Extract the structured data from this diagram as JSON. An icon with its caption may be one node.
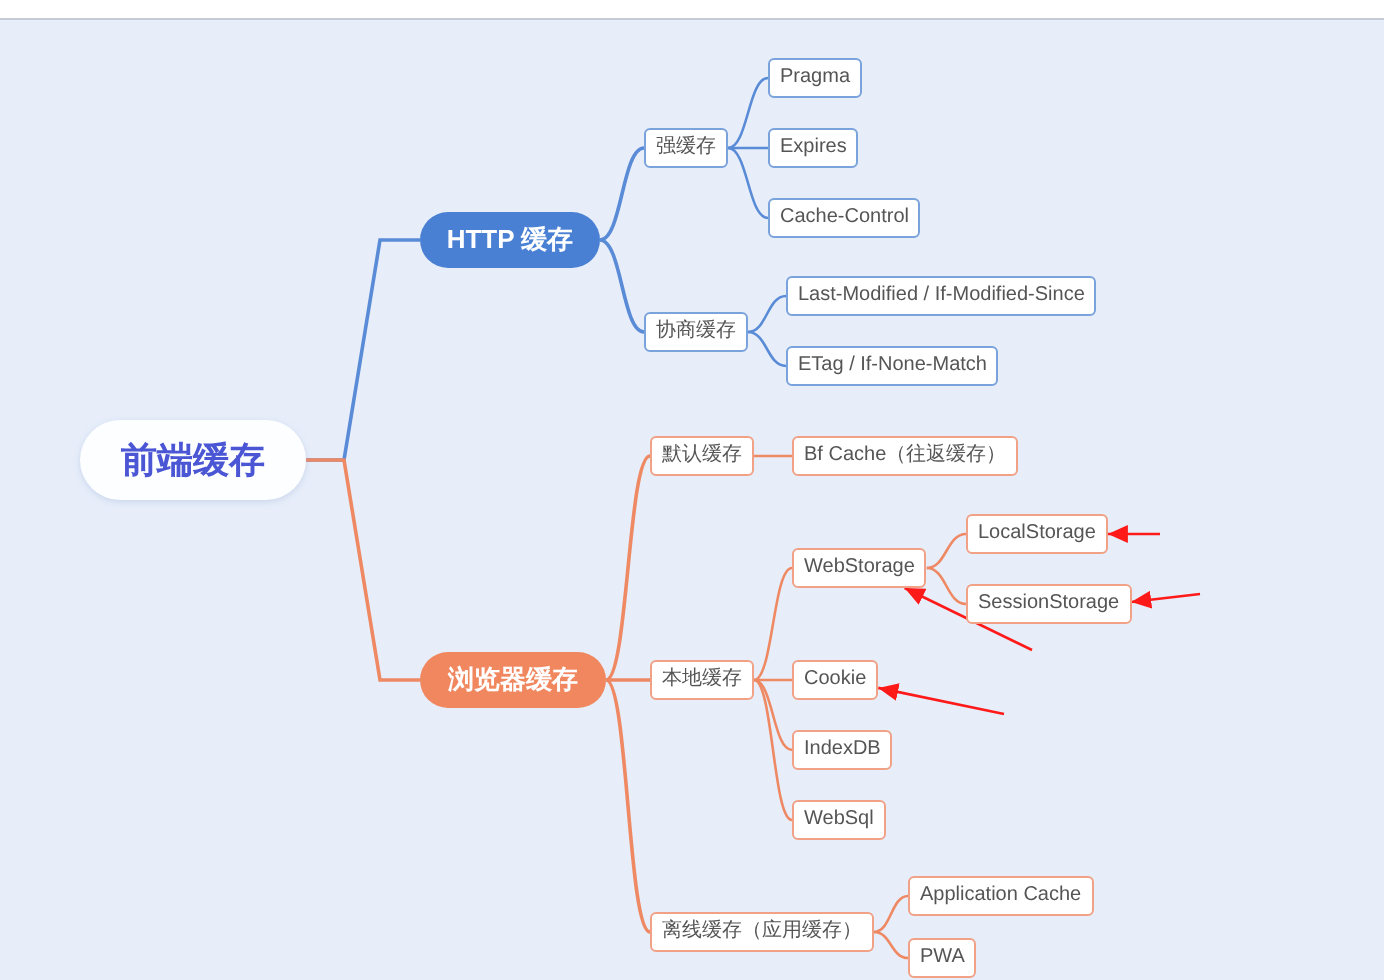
{
  "diagram": {
    "nodes": [
      {
        "text": [
          "前端缓存"
        ]
      },
      {
        "text": [
          "HTTP 缓存"
        ]
      },
      {
        "text": [
          "强缓存"
        ]
      },
      {
        "text": [
          "Pragma"
        ]
      },
      {
        "text": [
          "Expires"
        ]
      },
      {
        "text": [
          "Cache-Control"
        ]
      },
      {
        "text": [
          "协商缓存"
        ]
      },
      {
        "text": [
          "Last-Modified / If-Modified-Since"
        ]
      },
      {
        "text": [
          "ETag / If-None-Match"
        ]
      },
      {
        "text": [
          "浏览器缓存"
        ]
      },
      {
        "text": [
          "默认缓存"
        ]
      },
      {
        "text": [
          "Bf Cache（往返缓存）"
        ]
      },
      {
        "text": [
          "本地缓存"
        ]
      },
      {
        "text": [
          "WebStorage"
        ]
      },
      {
        "text": [
          "LocalStorage"
        ]
      },
      {
        "text": [
          "SessionStorage"
        ]
      },
      {
        "text": [
          "Cookie"
        ]
      },
      {
        "text": [
          "IndexDB"
        ]
      },
      {
        "text": [
          "WebSql"
        ]
      },
      {
        "text": [
          "离线缓存（应用缓存）"
        ]
      },
      {
        "text": [
          "Application Cache"
        ]
      },
      {
        "text": [
          "PWA"
        ]
      }
    ],
    "edges": [
      {
        "from": 0,
        "to": 1,
        "arrow": "none",
        "color": "#5a8bd6"
      },
      {
        "from": 1,
        "to": 2,
        "arrow": "none",
        "color": "#5a8bd6"
      },
      {
        "from": 2,
        "to": 3,
        "arrow": "none",
        "color": "#5a8bd6"
      },
      {
        "from": 2,
        "to": 4,
        "arrow": "none",
        "color": "#5a8bd6"
      },
      {
        "from": 2,
        "to": 5,
        "arrow": "none",
        "color": "#5a8bd6"
      },
      {
        "from": 1,
        "to": 6,
        "arrow": "none",
        "color": "#5a8bd6"
      },
      {
        "from": 6,
        "to": 7,
        "arrow": "none",
        "color": "#5a8bd6"
      },
      {
        "from": 6,
        "to": 8,
        "arrow": "none",
        "color": "#5a8bd6"
      },
      {
        "from": 0,
        "to": 9,
        "arrow": "none"
      },
      {
        "from": 9,
        "to": 10,
        "arrow": "none"
      },
      {
        "from": 10,
        "to": 11,
        "arrow": "none"
      },
      {
        "from": 9,
        "to": 12,
        "arrow": "none"
      },
      {
        "from": 12,
        "to": 13,
        "arrow": "none"
      },
      {
        "from": 13,
        "to": 14,
        "arrow": "none"
      },
      {
        "from": 13,
        "to": 15,
        "arrow": "none"
      },
      {
        "from": 12,
        "to": 16,
        "arrow": "none"
      },
      {
        "from": 12,
        "to": 17,
        "arrow": "none"
      },
      {
        "from": 12,
        "to": 18,
        "arrow": "none"
      },
      {
        "from": 9,
        "to": 19,
        "arrow": "none"
      },
      {
        "from": 19,
        "to": 20,
        "arrow": "none"
      },
      {
        "from": 19,
        "to": 21,
        "arrow": "none"
      },
      {
        "from": null,
        "to": 14,
        "arrow": "to",
        "color": "#ff1a1a"
      },
      {
        "from": null,
        "to": 15,
        "arrow": "to",
        "color": "#ff1a1a"
      },
      {
        "from": null,
        "to": 13,
        "arrow": "to",
        "color": "#ff1a1a"
      },
      {
        "from": null,
        "to": 16,
        "arrow": "to",
        "color": "#ff1a1a"
      }
    ]
  }
}
